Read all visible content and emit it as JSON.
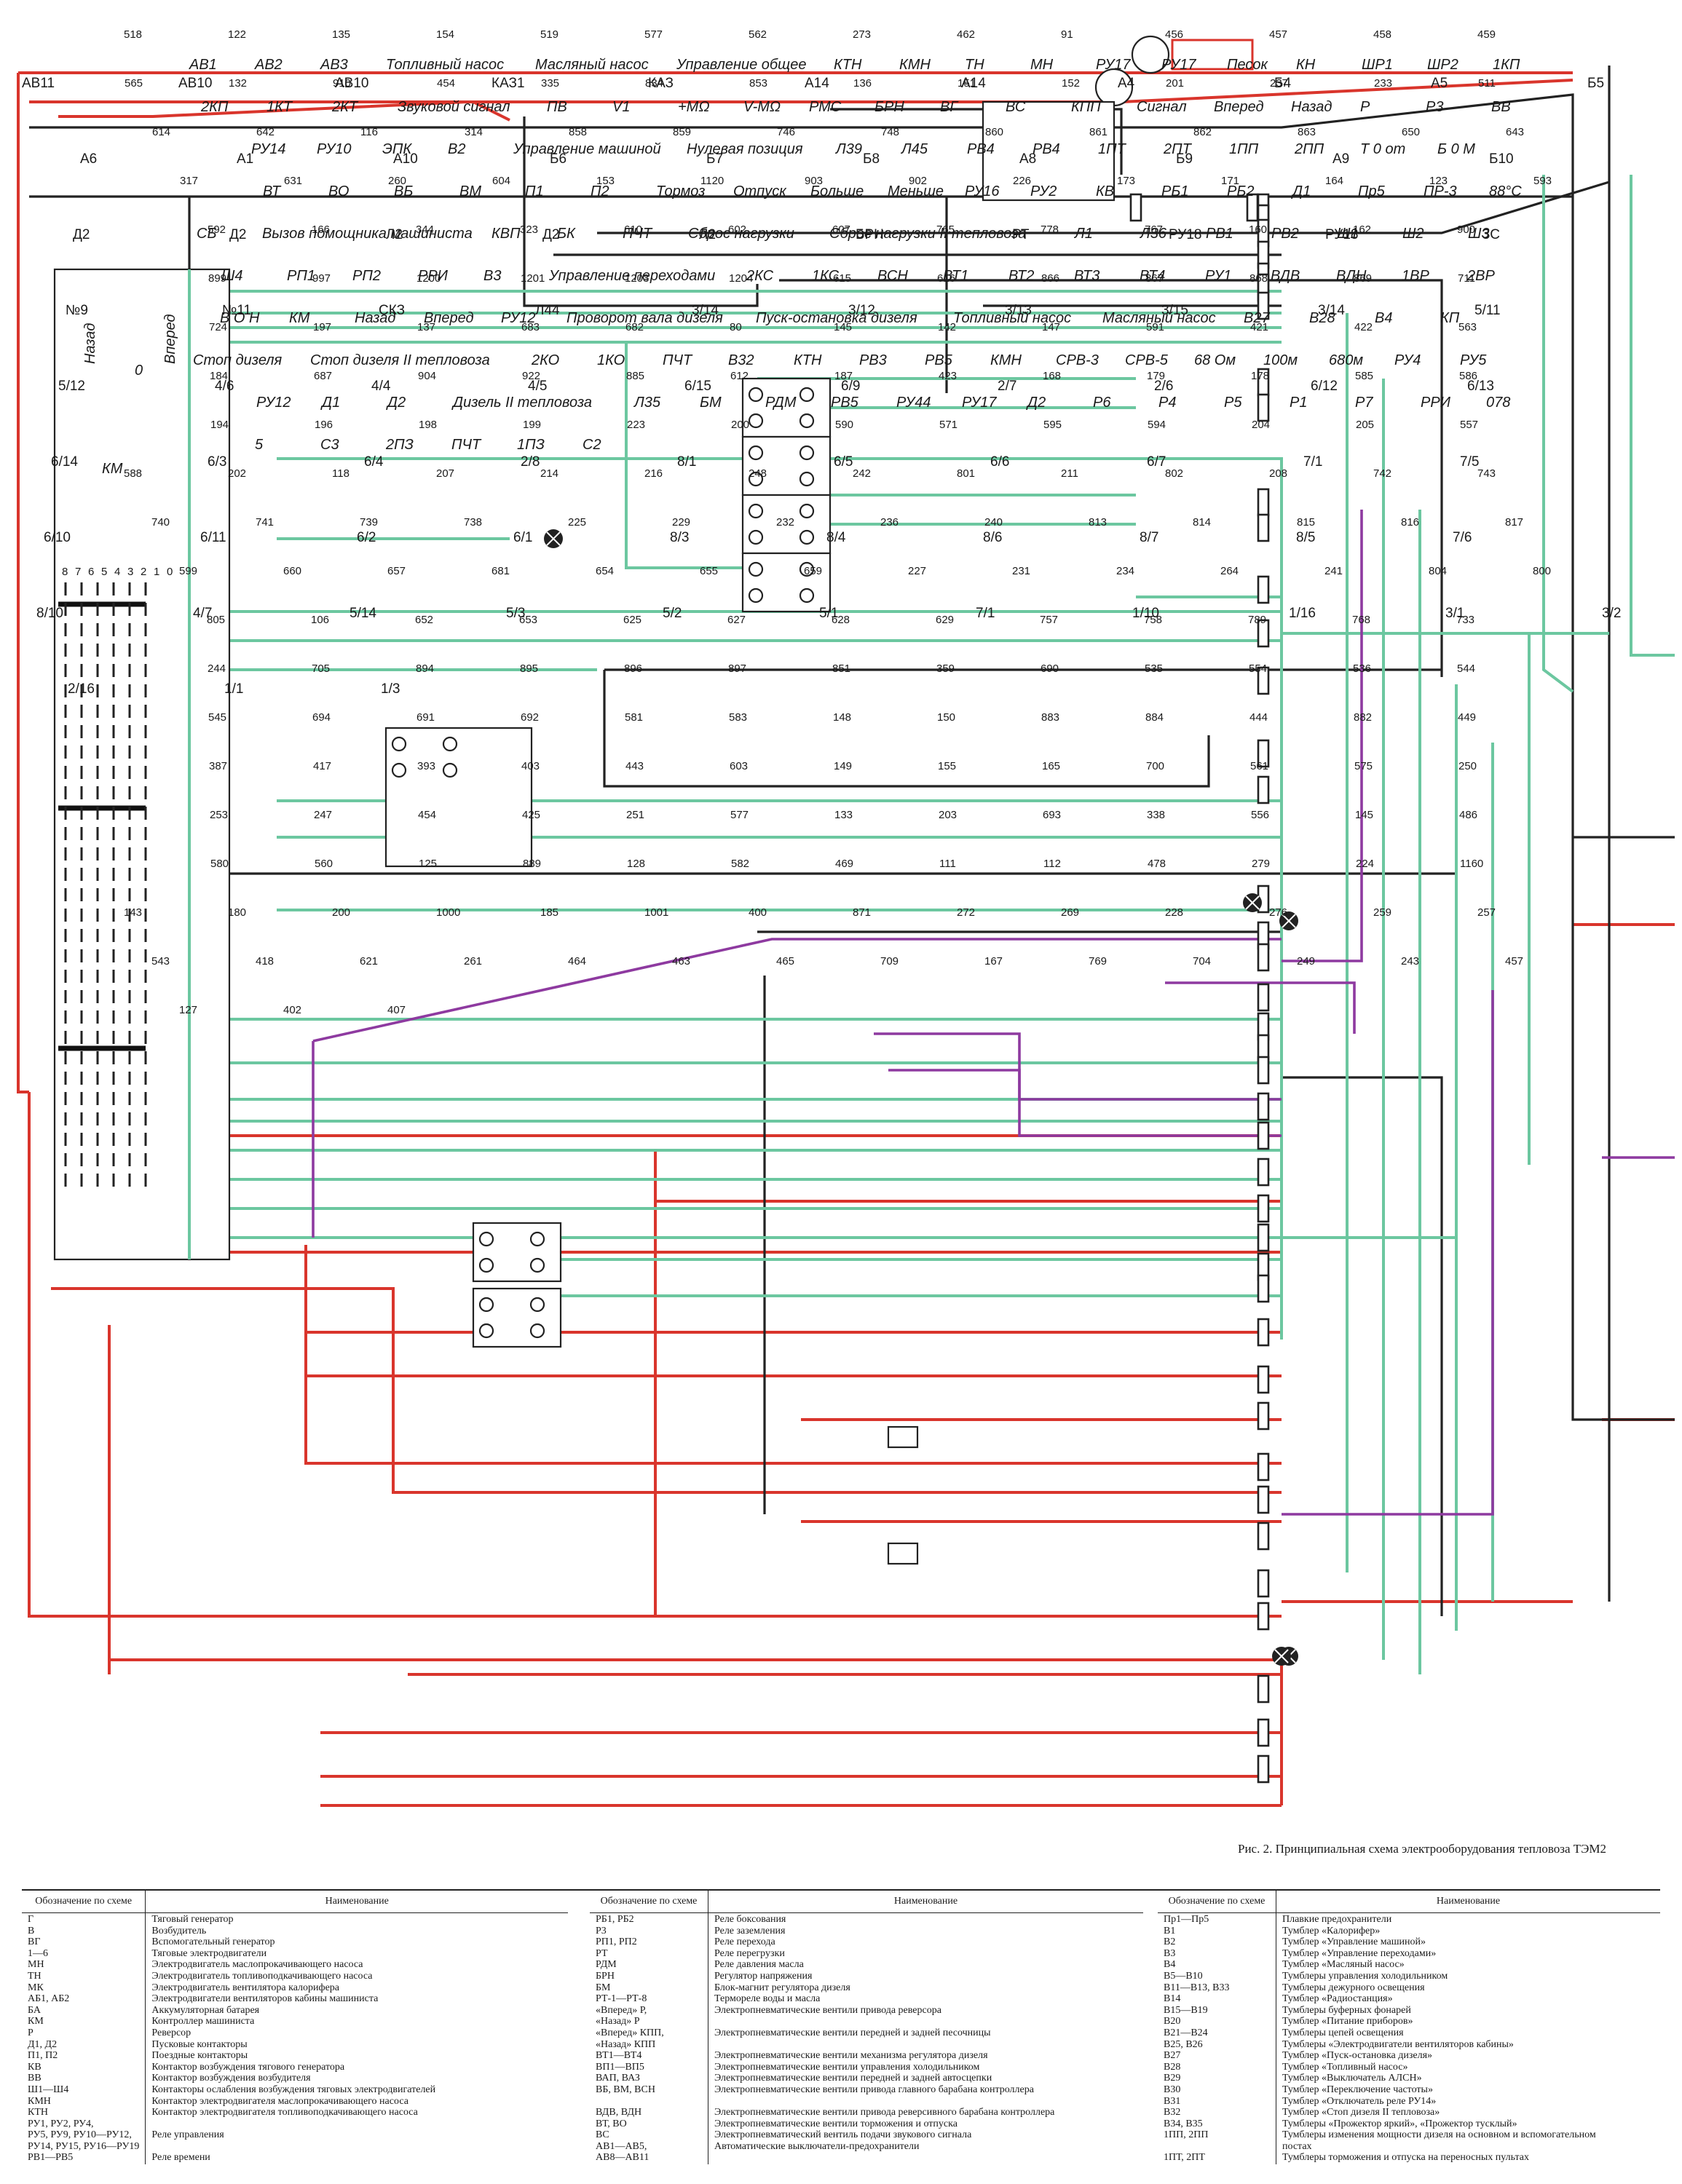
{
  "schematic": {
    "wire_labels": [
      "518",
      "122",
      "135",
      "154",
      "519",
      "577",
      "562",
      "273",
      "462",
      "91",
      "456",
      "457",
      "458",
      "459",
      "565",
      "132",
      "910",
      "454",
      "335",
      "834",
      "853",
      "136",
      "151",
      "152",
      "201",
      "237",
      "233",
      "511",
      "614",
      "642",
      "116",
      "314",
      "858",
      "859",
      "746",
      "748",
      "860",
      "861",
      "862",
      "863",
      "650",
      "643",
      "317",
      "631",
      "260",
      "604",
      "153",
      "1120",
      "903",
      "902",
      "226",
      "173",
      "171",
      "164",
      "123",
      "593",
      "592",
      "166",
      "344",
      "323",
      "610",
      "602",
      "607",
      "765",
      "778",
      "767",
      "160",
      "162",
      "900",
      "899",
      "997",
      "1200",
      "1201",
      "1203",
      "1204",
      "615",
      "616",
      "866",
      "867",
      "868",
      "869",
      "711",
      "724",
      "197",
      "137",
      "683",
      "682",
      "80",
      "145",
      "142",
      "147",
      "591",
      "421",
      "422",
      "563",
      "184",
      "687",
      "904",
      "922",
      "885",
      "612",
      "187",
      "423",
      "168",
      "179",
      "178",
      "585",
      "586",
      "194",
      "196",
      "198",
      "199",
      "223",
      "200",
      "590",
      "571",
      "595",
      "594",
      "204",
      "205",
      "557",
      "588",
      "202",
      "118",
      "207",
      "214",
      "216",
      "248",
      "242",
      "801",
      "211",
      "802",
      "208",
      "742",
      "743",
      "740",
      "741",
      "739",
      "738",
      "225",
      "229",
      "232",
      "236",
      "240",
      "813",
      "814",
      "815",
      "816",
      "817",
      "599",
      "660",
      "657",
      "681",
      "654",
      "655",
      "659",
      "227",
      "231",
      "234",
      "264",
      "241",
      "804",
      "800",
      "805",
      "106",
      "652",
      "653",
      "625",
      "627",
      "628",
      "629",
      "757",
      "758",
      "789",
      "768",
      "733",
      "244",
      "705",
      "894",
      "895",
      "896",
      "897",
      "851",
      "359",
      "690",
      "535",
      "554",
      "536",
      "544",
      "545",
      "694",
      "691",
      "692",
      "581",
      "583",
      "148",
      "150",
      "883",
      "884",
      "444",
      "882",
      "449",
      "387",
      "417",
      "393",
      "403",
      "443",
      "603",
      "149",
      "155",
      "165",
      "700",
      "561",
      "575",
      "250",
      "253",
      "247",
      "454",
      "425",
      "251",
      "577",
      "133",
      "203",
      "693",
      "338",
      "556",
      "145",
      "486",
      "580",
      "560",
      "125",
      "889",
      "128",
      "582",
      "469",
      "111",
      "112",
      "478",
      "279",
      "224",
      "1160",
      "143",
      "180",
      "200",
      "1000",
      "185",
      "1001",
      "400",
      "871",
      "272",
      "269",
      "228",
      "276",
      "259",
      "257",
      "543",
      "418",
      "621",
      "261",
      "464",
      "463",
      "465",
      "709",
      "167",
      "769",
      "704",
      "249",
      "243",
      "457",
      "127",
      "402",
      "407"
    ],
    "terminal_labels": [
      "АВ11",
      "АВ10",
      "АВ10",
      "КАЗ1",
      "КАЗ",
      "А14",
      "А14",
      "А4",
      "Б4",
      "А5",
      "Б5",
      "А6",
      "А1",
      "А10",
      "Б6",
      "Б7",
      "Б8",
      "А8",
      "Б9",
      "А9",
      "Б10",
      "Д2",
      "Д2",
      "Л2",
      "Д2",
      "Л2",
      "БРН",
      "РТ",
      "РУ18",
      "РУ18",
      "ЗС",
      "№9",
      "№11",
      "СКЗ",
      "Л44",
      "3/14",
      "3/12",
      "3/13",
      "3/15",
      "3/14",
      "5/11",
      "5/12",
      "4/6",
      "4/4",
      "4/5",
      "6/15",
      "6/9",
      "2/7",
      "2/6",
      "6/12",
      "6/13",
      "6/14",
      "6/3",
      "6/4",
      "2/8",
      "8/1",
      "6/5",
      "6/6",
      "6/7",
      "7/1",
      "7/5",
      "6/10",
      "6/11",
      "6/2",
      "6/1",
      "8/3",
      "8/4",
      "8/6",
      "8/7",
      "8/5",
      "7/6",
      "8/10",
      "4/7",
      "5/14",
      "5/3",
      "5/2",
      "5/1",
      "7/1",
      "1/10",
      "1/16",
      "3/1",
      "3/2",
      "2/16",
      "1/1",
      "1/3"
    ],
    "device_labels": [
      "АВ1",
      "АВ2",
      "АВ3",
      "Топливный насос",
      "Масляный насос",
      "Управление общее",
      "КТН",
      "КМН",
      "ТН",
      "МН",
      "РУ17",
      "РУ17",
      "Песок",
      "КН",
      "ШР1",
      "ШР2",
      "1КП",
      "2КП",
      "1КТ",
      "2КТ",
      "Звуковой сигнал",
      "ПВ",
      "V1",
      "+МΩ",
      "V-МΩ",
      "РМС",
      "БРН",
      "ВГ",
      "ВС",
      "КПП",
      "Сигнал",
      "Вперед",
      "Назад",
      "Р",
      "Р3",
      "ВВ",
      "РУ14",
      "РУ10",
      "ЭПК",
      "В2",
      "Управление машиной",
      "Нулевая позиция",
      "Л39",
      "Л45",
      "РВ4",
      "РВ4",
      "1ПТ",
      "2ПТ",
      "1ПП",
      "2ПП",
      "Т 0 от",
      "Б 0 М",
      "ВТ",
      "ВО",
      "ВБ",
      "ВМ",
      "П1",
      "П2",
      "Тормоз",
      "Отпуск",
      "Больше",
      "Меньше",
      "РУ16",
      "РУ2",
      "КВ",
      "РБ1",
      "РБ2",
      "Д1",
      "Пр5",
      "ПР-3",
      "88°С",
      "СБ",
      "Вызов помощника машиниста",
      "КВП",
      "БК",
      "ПЧТ",
      "Сброс нагрузки",
      "Сброс нагрузки II тепловоза",
      "Л1",
      "Л36",
      "РВ1",
      "РВ2",
      "Ш1",
      "Ш2",
      "Ш3",
      "Ш4",
      "РП1",
      "РП2",
      "РРИ",
      "В3",
      "Управление переходами",
      "2КС",
      "1КС",
      "ВСН",
      "ВТ1",
      "ВТ2",
      "ВТ3",
      "ВТ4",
      "РУ1",
      "ВДВ",
      "ВДН",
      "1ВР",
      "2ВР",
      "В О Н",
      "КМ",
      "Назад",
      "Вперед",
      "РУ12",
      "Проворот вала дизеля",
      "Пуск-остановка дизеля",
      "Топливный насос",
      "Масляный насос",
      "В27",
      "В28",
      "В4",
      "КП",
      "Стоп дизеля",
      "Стоп дизеля II тепловоза",
      "2КО",
      "1КО",
      "ПЧТ",
      "В32",
      "КТН",
      "РВ3",
      "РВ5",
      "КМН",
      "СРВ-3",
      "СРВ-5",
      "68 Ом",
      "100м",
      "680м",
      "РУ4",
      "РУ5",
      "РУ12",
      "Д1",
      "Д2",
      "Дизель II тепловоза",
      "Л35",
      "БМ",
      "РДМ",
      "РВ5",
      "РУ44",
      "РУ17",
      "Д2",
      "Р6",
      "Р4",
      "Р5",
      "Р1",
      "Р7",
      "РРИ",
      "078",
      "5",
      "С3",
      "2ПЗ",
      "ПЧТ",
      "1ПЗ",
      "С2"
    ],
    "km_labels": [
      "Назад",
      "0",
      "Вперед",
      "КМ",
      "8",
      "7",
      "6",
      "5",
      "4",
      "3",
      "2",
      "1",
      "0"
    ]
  },
  "caption": "Рис. 2. Принципиальная схема электрооборудования тепловоза ТЭМ2",
  "legend": {
    "col1_header": "Обозначение по схеме",
    "col2_header": "Наименование",
    "tables": [
      {
        "codes": [
          "Г",
          "В",
          "ВГ",
          "1—6",
          "МН",
          "ТН",
          "МК",
          "АБ1, АБ2",
          "БА",
          "КМ",
          "Р",
          "Д1, Д2",
          "П1, П2",
          "КВ",
          "ВВ",
          "Ш1—Ш4",
          "КМН",
          "КТН",
          "РУ1, РУ2, РУ4,",
          "РУ5, РУ9, РУ10—РУ12,",
          "РУ14, РУ15, РУ16—РУ19",
          "РВ1—РВ5"
        ],
        "names": [
          "Тяговый генератор",
          "Возбудитель",
          "Вспомогательный генератор",
          "Тяговые электродвигатели",
          "Электродвигатель маслопрокачивающего насоса",
          "Электродвигатель топливоподкачивающего насоса",
          "Электродвигатель вентилятора калорифера",
          "Электродвигатели вентиляторов кабины машиниста",
          "Аккумуляторная батарея",
          "Контроллер машиниста",
          "Реверсор",
          "Пусковые контакторы",
          "Поездные контакторы",
          "Контактор возбуждения тягового генератора",
          "Контактор возбуждения возбудителя",
          "Контакторы ослабления возбуждения тяговых электродвигателей",
          "Контактор электродвигателя маслопрокачивающего насоса",
          "Контактор электродвигателя топливоподкачивающего насоса",
          "",
          "Реле управления",
          "",
          "Реле времени"
        ]
      },
      {
        "codes": [
          "РБ1, РБ2",
          "Р3",
          "РП1, РП2",
          "РТ",
          "РДМ",
          "БРН",
          "БМ",
          "РТ-1—РТ-8",
          "«Вперед» Р,",
          "«Назад» Р",
          "«Вперед» КПП,",
          "«Назад» КПП",
          "ВТ1—ВТ4",
          "ВП1—ВП5",
          "ВАП, ВАЗ",
          "ВБ, ВМ, ВСН",
          "",
          "ВДВ, ВДН",
          "ВТ, ВО",
          "ВС",
          "АВ1—АВ5,",
          "АВ8—АВ11"
        ],
        "names": [
          "Реле боксования",
          "Реле заземления",
          "Реле перехода",
          "Реле перегрузки",
          "Реле давления масла",
          "Регулятор напряжения",
          "Блок-магнит регулятора дизеля",
          "Термореле воды и масла",
          "Электропневматические вентили привода реверсора",
          "",
          "Электропневматические вентили передней и задней песочницы",
          "",
          "Электропневматические вентили механизма регулятора дизеля",
          "Электропневматические вентили управления холодильником",
          "Электропневматические вентили передней и задней автосцепки",
          "Электропневматические вентили привода главного барабана контроллера",
          "",
          "Электропневматические вентили привода реверсивного барабана контроллера",
          "Электропневматические вентили торможения и отпуска",
          "Электропневматический вентиль подачи звукового сигнала",
          "Автоматические выключатели-предохранители",
          ""
        ]
      },
      {
        "codes": [
          "Пр1—Пр5",
          "В1",
          "В2",
          "В3",
          "В4",
          "В5—В10",
          "В11—В13, В33",
          "В14",
          "В15—В19",
          "В20",
          "В21—В24",
          "В25, В26",
          "В27",
          "В28",
          "В29",
          "В30",
          "В31",
          "В32",
          "В34, В35",
          "1ПП, 2ПП",
          "",
          "1ПТ, 2ПТ"
        ],
        "names": [
          "Плавкие предохранители",
          "Тумблер «Калорифер»",
          "Тумблер «Управление машиной»",
          "Тумблер «Управление переходами»",
          "Тумблер «Масляный насос»",
          "Тумблеры управления холодильником",
          "Тумблеры дежурного освещения",
          "Тумблер «Радиостанция»",
          "Тумблеры буферных фонарей",
          "Тумблер «Питание приборов»",
          "Тумблеры цепей освещения",
          "Тумблеры «Электродвигатели вентиляторов кабины»",
          "Тумблер «Пуск-остановка дизеля»",
          "Тумблер «Топливный насос»",
          "Тумблер «Выключатель АЛСН»",
          "Тумблер «Переключение частоты»",
          "Тумблер «Отключатель реле РУ14»",
          "Тумблер «Стоп дизеля II тепловоза»",
          "Тумблеры «Прожектор яркий», «Прожектор тусклый»",
          "Тумблеры изменения мощности дизеля на основном и вспомогательном",
          "постах",
          "Тумблеры торможения и отпуска на переносных пультах"
        ]
      }
    ]
  },
  "colors": {
    "red": "#d9352c",
    "green": "#6cc7a0",
    "black": "#222222",
    "purple": "#8e3aa0"
  }
}
